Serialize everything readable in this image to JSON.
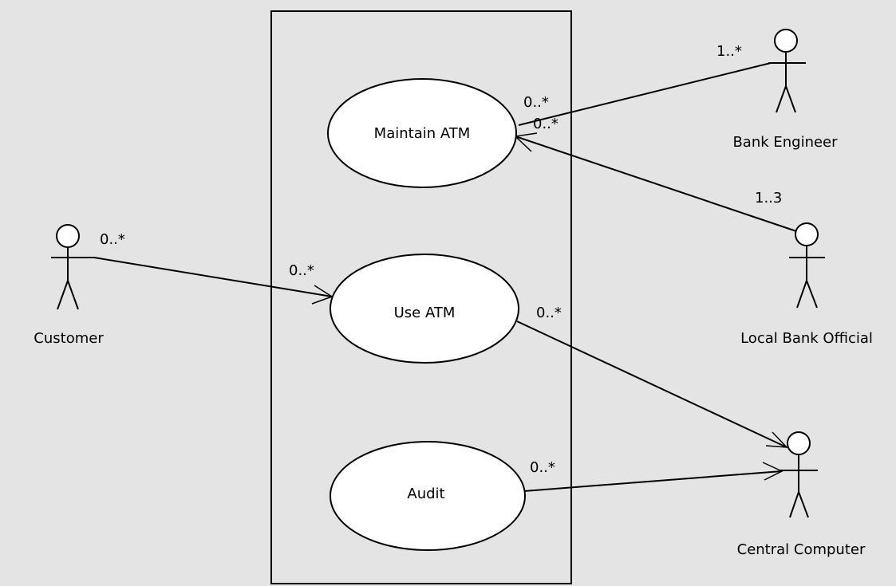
{
  "diagram": {
    "use_cases": {
      "maintain_atm": "Maintain ATM",
      "use_atm": "Use ATM",
      "audit": "Audit"
    },
    "actors": {
      "customer": "Customer",
      "bank_engineer": "Bank Engineer",
      "local_bank_official": "Local Bank Official",
      "central_computer": "Central Computer"
    },
    "multiplicities": {
      "customer_end": "0..*",
      "use_atm_customer_end": "0..*",
      "maintain_engineer_end": "0..*",
      "bank_engineer_end": "1..*",
      "maintain_official_end": "0..*",
      "local_official_end": "1..3",
      "use_atm_central_end": "0..*",
      "audit_central_end": "0..*"
    }
  },
  "colors": {
    "background": "#e4e4e4",
    "usecase_fill": "#ffffff",
    "stroke": "#000000"
  }
}
